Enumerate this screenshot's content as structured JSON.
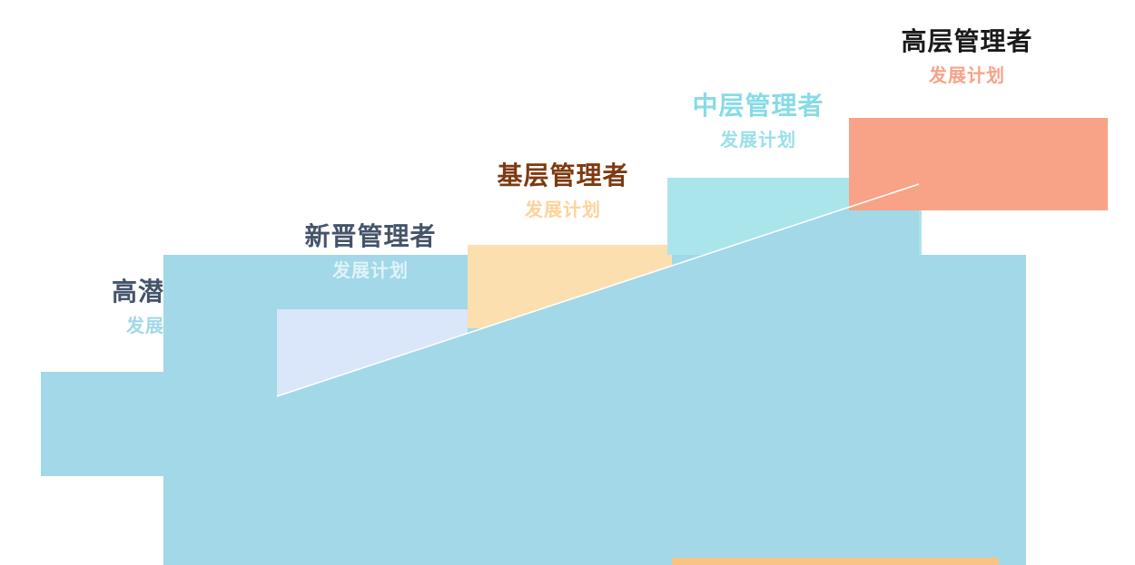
{
  "diagram": {
    "type": "stair-step-growth-diagram",
    "background": "#ffffff",
    "base_color": "#a2d8e7",
    "ramp_line_color": "#ffffff",
    "accent_strip_color": "#f9c383",
    "steps": [
      {
        "name": "high-potential",
        "title": "高潜人才",
        "subtitle": "发展计划",
        "title_color": "#44546a",
        "subtitle_color": "#a2d8e7",
        "block_color": "#a2d8e7"
      },
      {
        "name": "new-manager",
        "title": "新晋管理者",
        "subtitle": "发展计划",
        "title_color": "#44546a",
        "subtitle_color": "#dff3f9",
        "block_color": "#dae6f9"
      },
      {
        "name": "frontline-manager",
        "title": "基层管理者",
        "subtitle": "发展计划",
        "title_color": "#7e3a10",
        "subtitle_color": "#fcd39a",
        "block_color": "#fcdfae"
      },
      {
        "name": "middle-manager",
        "title": "中层管理者",
        "subtitle": "发展计划",
        "title_color": "#87dbe7",
        "subtitle_color": "#9adfe9",
        "block_color": "#abe5ec"
      },
      {
        "name": "senior-manager",
        "title": "高层管理者",
        "subtitle": "发展计划",
        "title_color": "#1a1a1a",
        "subtitle_color": "#f8a287",
        "block_color": "#f8a287"
      }
    ]
  }
}
